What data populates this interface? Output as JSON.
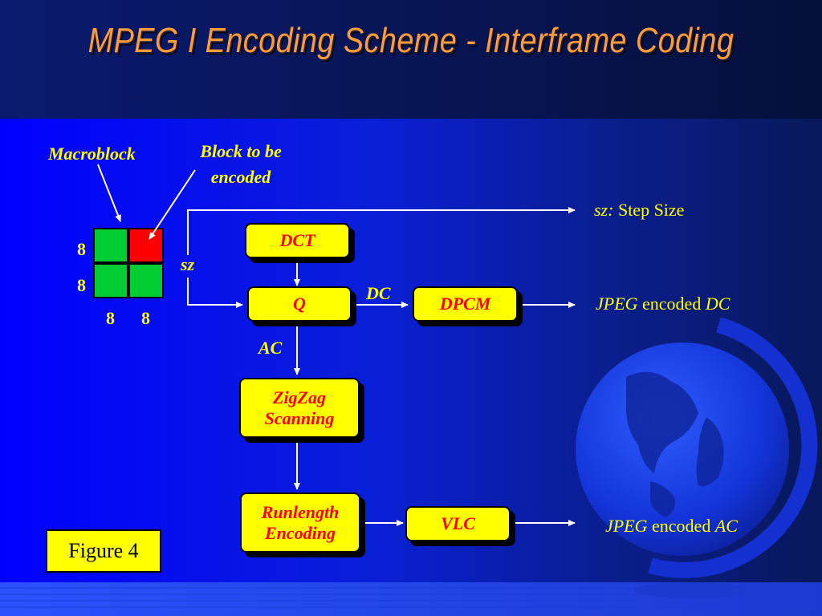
{
  "slide": {
    "title": "MPEG I Encoding Scheme - Interframe Coding",
    "figure_label": "Figure 4"
  },
  "colors": {
    "title": "#ff9c3a",
    "box_fill": "#ffff00",
    "box_text": "#ff0000",
    "block_green": "#00cc33",
    "block_red": "#ff0000",
    "background": "#0000e0"
  },
  "labels": {
    "macroblock": "Macroblock",
    "block_to_be_encoded": "Block to be encoded",
    "sz": "sz",
    "dc": "DC",
    "ac": "AC",
    "dim_top": "8",
    "dim_mid": "8",
    "dim_bottom_left": "8",
    "dim_bottom_right": "8"
  },
  "boxes": {
    "dct": "DCT",
    "q": "Q",
    "dpcm": "DPCM",
    "zigzag": "ZigZag Scanning",
    "runlength": "Runlength Encoding",
    "vlc": "VLC"
  },
  "outputs": {
    "sz_prefix": "sz:",
    "sz_text": "Step Size",
    "dc_prefix": "JPEG",
    "dc_mid": "encoded",
    "dc_suffix": "DC",
    "ac_prefix": "JPEG",
    "ac_mid": "encoded",
    "ac_suffix": "AC"
  },
  "decor": {
    "globe": "globe-graphic"
  }
}
